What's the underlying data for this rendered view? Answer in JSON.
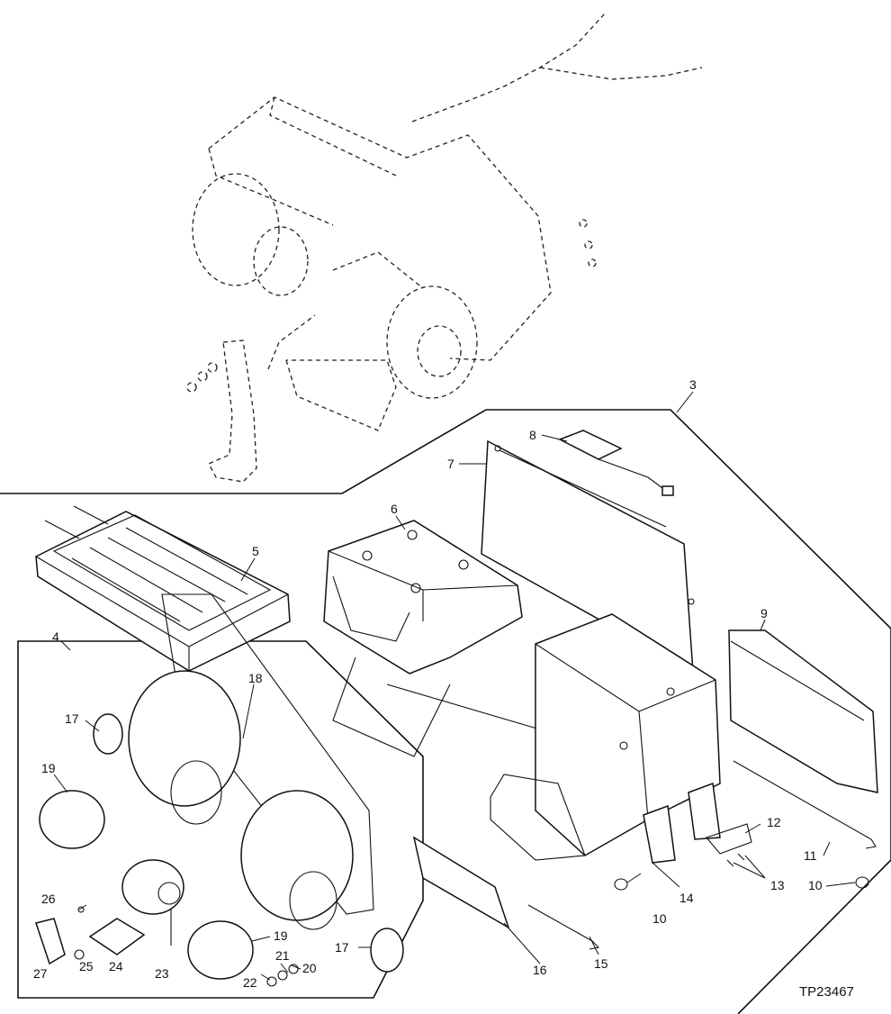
{
  "drawing_ref": "TP23467",
  "callouts": {
    "c3": "3",
    "c4": "4",
    "c5": "5",
    "c6": "6",
    "c7": "7",
    "c8": "8",
    "c9": "9",
    "c10a": "10",
    "c10b": "10",
    "c11": "11",
    "c12": "12",
    "c13": "13",
    "c14": "14",
    "c15": "15",
    "c16": "16",
    "c17a": "17",
    "c17b": "17",
    "c18": "18",
    "c19a": "19",
    "c19b": "19",
    "c20": "20",
    "c21": "21",
    "c22": "22",
    "c23": "23",
    "c24": "24",
    "c25": "25",
    "c26": "26",
    "c27": "27"
  }
}
